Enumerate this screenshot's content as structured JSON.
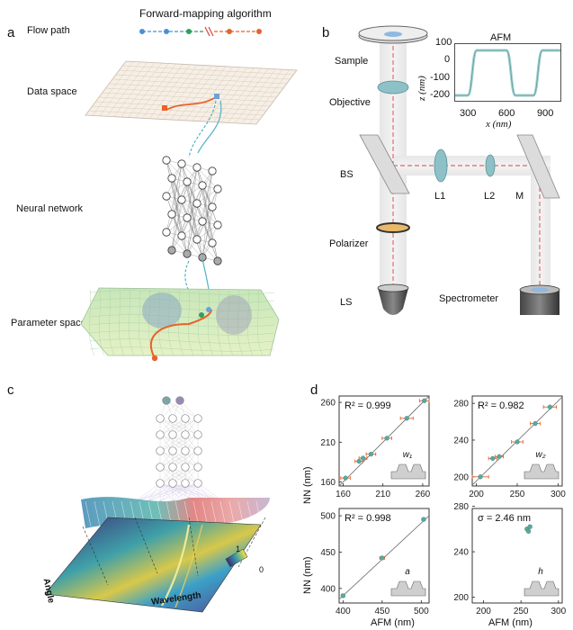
{
  "panels": {
    "a": {
      "letter": "a",
      "title": "Forward-mapping algorithm",
      "labels": {
        "flow_path": "Flow path",
        "data_space": "Data space",
        "neural_network": "Neural network",
        "parameter_space": "Parameter space"
      }
    },
    "b": {
      "letter": "b",
      "labels": {
        "sample": "Sample",
        "objective": "Objective",
        "bs": "BS",
        "l1": "L1",
        "l2": "L2",
        "m": "M",
        "polarizer": "Polarizer",
        "ls": "LS",
        "spectrometer": "Spectrometer"
      },
      "afm_inset": {
        "title": "AFM",
        "ylabel": "z (nm)",
        "xlabel": "x (nm)",
        "yticks": [
          "100",
          "0",
          "-100",
          "-200"
        ],
        "xticks": [
          "300",
          "600",
          "900"
        ]
      }
    },
    "c": {
      "letter": "c",
      "labels": {
        "angle": "Angle",
        "wavelength": "Wavelength",
        "scale_max": "1",
        "scale_min": "0"
      }
    },
    "d": {
      "letter": "d",
      "ylabel": "NN (nm)",
      "xlabel": "AFM (nm)"
    }
  },
  "chart_data": [
    {
      "type": "scatter",
      "annotation": "R² = 0.999",
      "inset_label": "w₁",
      "xlim": [
        155,
        268
      ],
      "ylim": [
        155,
        268
      ],
      "xticks": [
        160,
        210,
        260
      ],
      "yticks": [
        160,
        210,
        260
      ],
      "fit": [
        [
          155,
          155
        ],
        [
          268,
          268
        ]
      ],
      "points": [
        {
          "x": 163,
          "y": 165,
          "xerr": 6
        },
        {
          "x": 180,
          "y": 186,
          "xerr": 5
        },
        {
          "x": 185,
          "y": 190,
          "xerr": 5
        },
        {
          "x": 195,
          "y": 195,
          "xerr": 6
        },
        {
          "x": 215,
          "y": 215,
          "xerr": 6
        },
        {
          "x": 240,
          "y": 240,
          "xerr": 8
        },
        {
          "x": 262,
          "y": 262,
          "xerr": 6
        }
      ]
    },
    {
      "type": "scatter",
      "annotation": "R² = 0.982",
      "inset_label": "w₂",
      "xlim": [
        195,
        305
      ],
      "ylim": [
        190,
        288
      ],
      "xticks": [
        200,
        250,
        300
      ],
      "yticks": [
        200,
        240,
        280
      ],
      "fit": [
        [
          195,
          191
        ],
        [
          305,
          287
        ]
      ],
      "points": [
        {
          "x": 205,
          "y": 200,
          "xerr": 10
        },
        {
          "x": 220,
          "y": 220,
          "xerr": 5
        },
        {
          "x": 228,
          "y": 222,
          "xerr": 5
        },
        {
          "x": 250,
          "y": 238,
          "xerr": 7
        },
        {
          "x": 272,
          "y": 258,
          "xerr": 6
        },
        {
          "x": 290,
          "y": 276,
          "xerr": 8
        }
      ]
    },
    {
      "type": "scatter",
      "annotation": "R² = 0.998",
      "inset_label": "a",
      "xlim": [
        395,
        510
      ],
      "ylim": [
        380,
        510
      ],
      "xticks": [
        400,
        450,
        500
      ],
      "yticks": [
        400,
        450,
        500
      ],
      "fit": [
        [
          395,
          385
        ],
        [
          510,
          500
        ]
      ],
      "points": [
        {
          "x": 400,
          "y": 390,
          "xerr": 2
        },
        {
          "x": 450,
          "y": 442,
          "xerr": 3
        },
        {
          "x": 503,
          "y": 495,
          "xerr": 2
        }
      ]
    },
    {
      "type": "scatter",
      "annotation": "σ = 2.46 nm",
      "inset_label": "h",
      "xlim": [
        185,
        305
      ],
      "ylim": [
        195,
        278
      ],
      "xticks": [
        200,
        250,
        300
      ],
      "yticks": [
        200,
        240,
        280
      ],
      "fit": [],
      "points": [
        {
          "x": 258,
          "y": 260,
          "xerr": 2
        },
        {
          "x": 262,
          "y": 262,
          "xerr": 2
        },
        {
          "x": 260,
          "y": 258,
          "xerr": 2
        }
      ]
    }
  ],
  "colors": {
    "accent_teal": "#5aa9a0",
    "orange": "#e8622a",
    "blue": "#4a8fd6",
    "green": "#2ea05a",
    "red_dash": "#e04040"
  }
}
